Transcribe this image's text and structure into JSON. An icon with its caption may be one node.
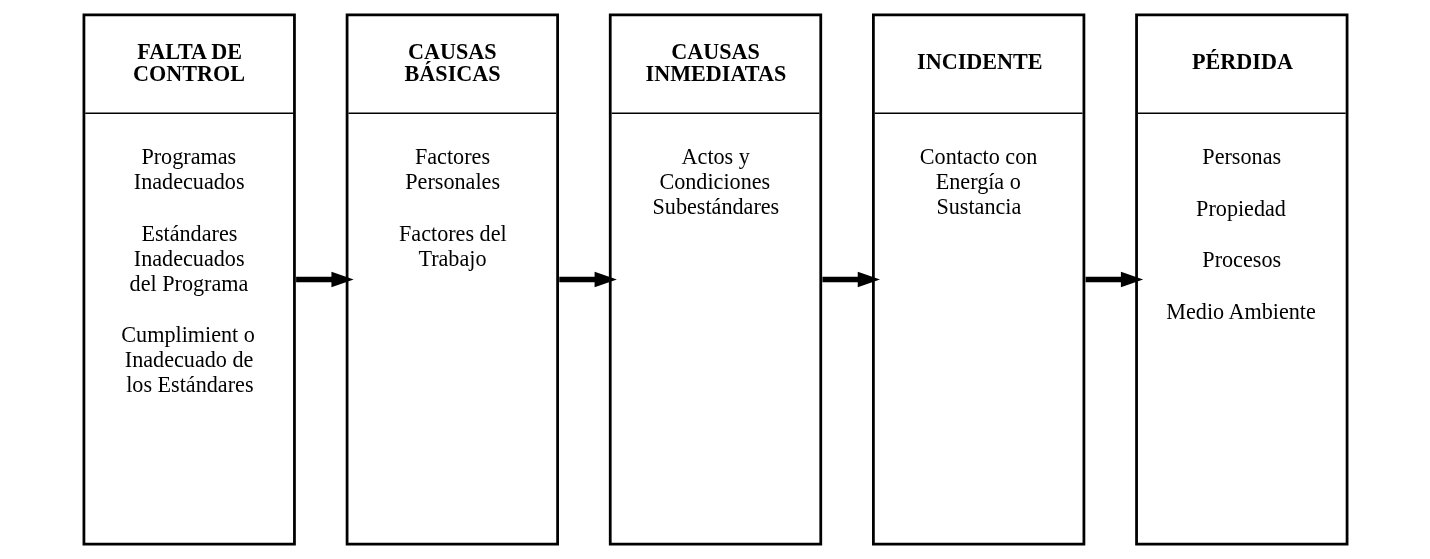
{
  "diagram": {
    "nodes": [
      {
        "text": [
          "FALTA DE CONTROL",
          "Programas Inadecuados",
          "Estándares Inadecuados del Programa",
          "Cumplimient o Inadecuado de los Estándares"
        ]
      },
      {
        "text": [
          "CAUSAS BÁSICAS",
          "Factores Personales",
          "Factores del Trabajo"
        ]
      },
      {
        "text": [
          "CAUSAS INMEDIATAS",
          "Actos y Condiciones Subestándares"
        ]
      },
      {
        "text": [
          "INCIDENTE",
          "Contacto con Energía o Sustancia"
        ]
      },
      {
        "text": [
          "PÉRDIDA",
          "Personas",
          "Propiedad",
          "Procesos",
          "Medio Ambiente"
        ]
      }
    ],
    "edges": [
      {
        "from": 0,
        "to": 1,
        "arrow": "to"
      },
      {
        "from": 1,
        "to": 2,
        "arrow": "to"
      },
      {
        "from": 2,
        "to": 3,
        "arrow": "to"
      },
      {
        "from": 3,
        "to": 4,
        "arrow": "to"
      }
    ]
  }
}
